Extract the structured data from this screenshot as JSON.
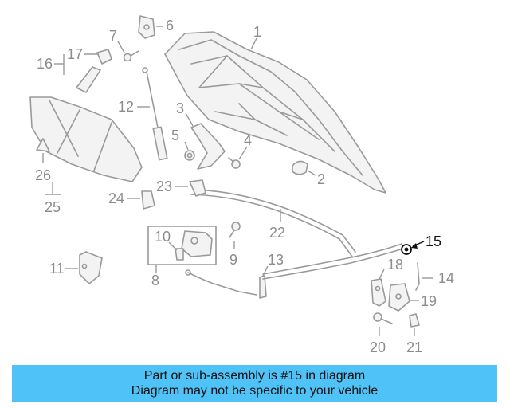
{
  "diagram": {
    "callouts": {
      "c1": "1",
      "c2": "2",
      "c3": "3",
      "c4": "4",
      "c5": "5",
      "c6": "6",
      "c7": "7",
      "c8": "8",
      "c9": "9",
      "c10": "10",
      "c11": "11",
      "c12": "12",
      "c13": "13",
      "c14": "14",
      "c15": "15",
      "c16": "16",
      "c17": "17",
      "c18": "18",
      "c19": "19",
      "c20": "20",
      "c21": "21",
      "c22": "22",
      "c23": "23",
      "c24": "24",
      "c25": "25",
      "c26": "26"
    },
    "highlighted_part": "15",
    "colors": {
      "part_line": "#9a9a9a",
      "highlight": "#111111",
      "banner": "#4fc3f7"
    }
  },
  "banner": {
    "line1": "Part or sub-assembly is #15 in diagram",
    "line2": "Diagram may not be specific to your vehicle"
  }
}
